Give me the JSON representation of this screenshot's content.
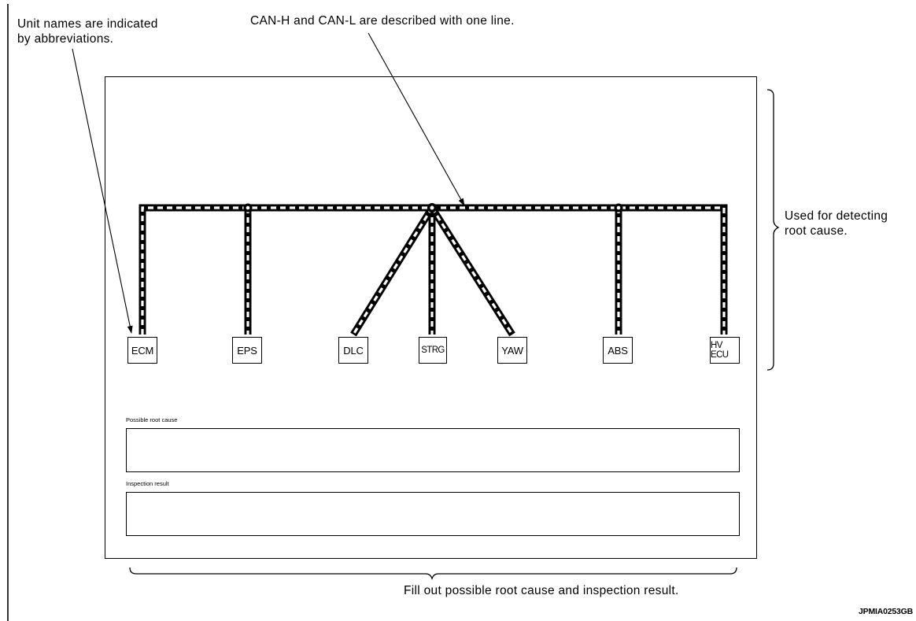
{
  "annotations": {
    "unit_names": [
      "Unit names are indicated",
      "by abbreviations."
    ],
    "can_lines": "CAN-H and CAN-L are described with one line.",
    "used_for": [
      "Used for detecting",
      "root cause."
    ],
    "fill_out": "Fill out possible root cause and inspection result."
  },
  "units": [
    "ECM",
    "EPS",
    "DLC",
    "STRG",
    "YAW",
    "ABS",
    "HV ECU"
  ],
  "form": {
    "possible_root_cause_label": "Possible root cause",
    "possible_root_cause_value": "",
    "inspection_result_label": "Inspection result",
    "inspection_result_value": ""
  },
  "figure_id": "JPMIA0253GB",
  "colors": {
    "line": "#000000",
    "dash": "#ffffff",
    "background": "#ffffff"
  }
}
